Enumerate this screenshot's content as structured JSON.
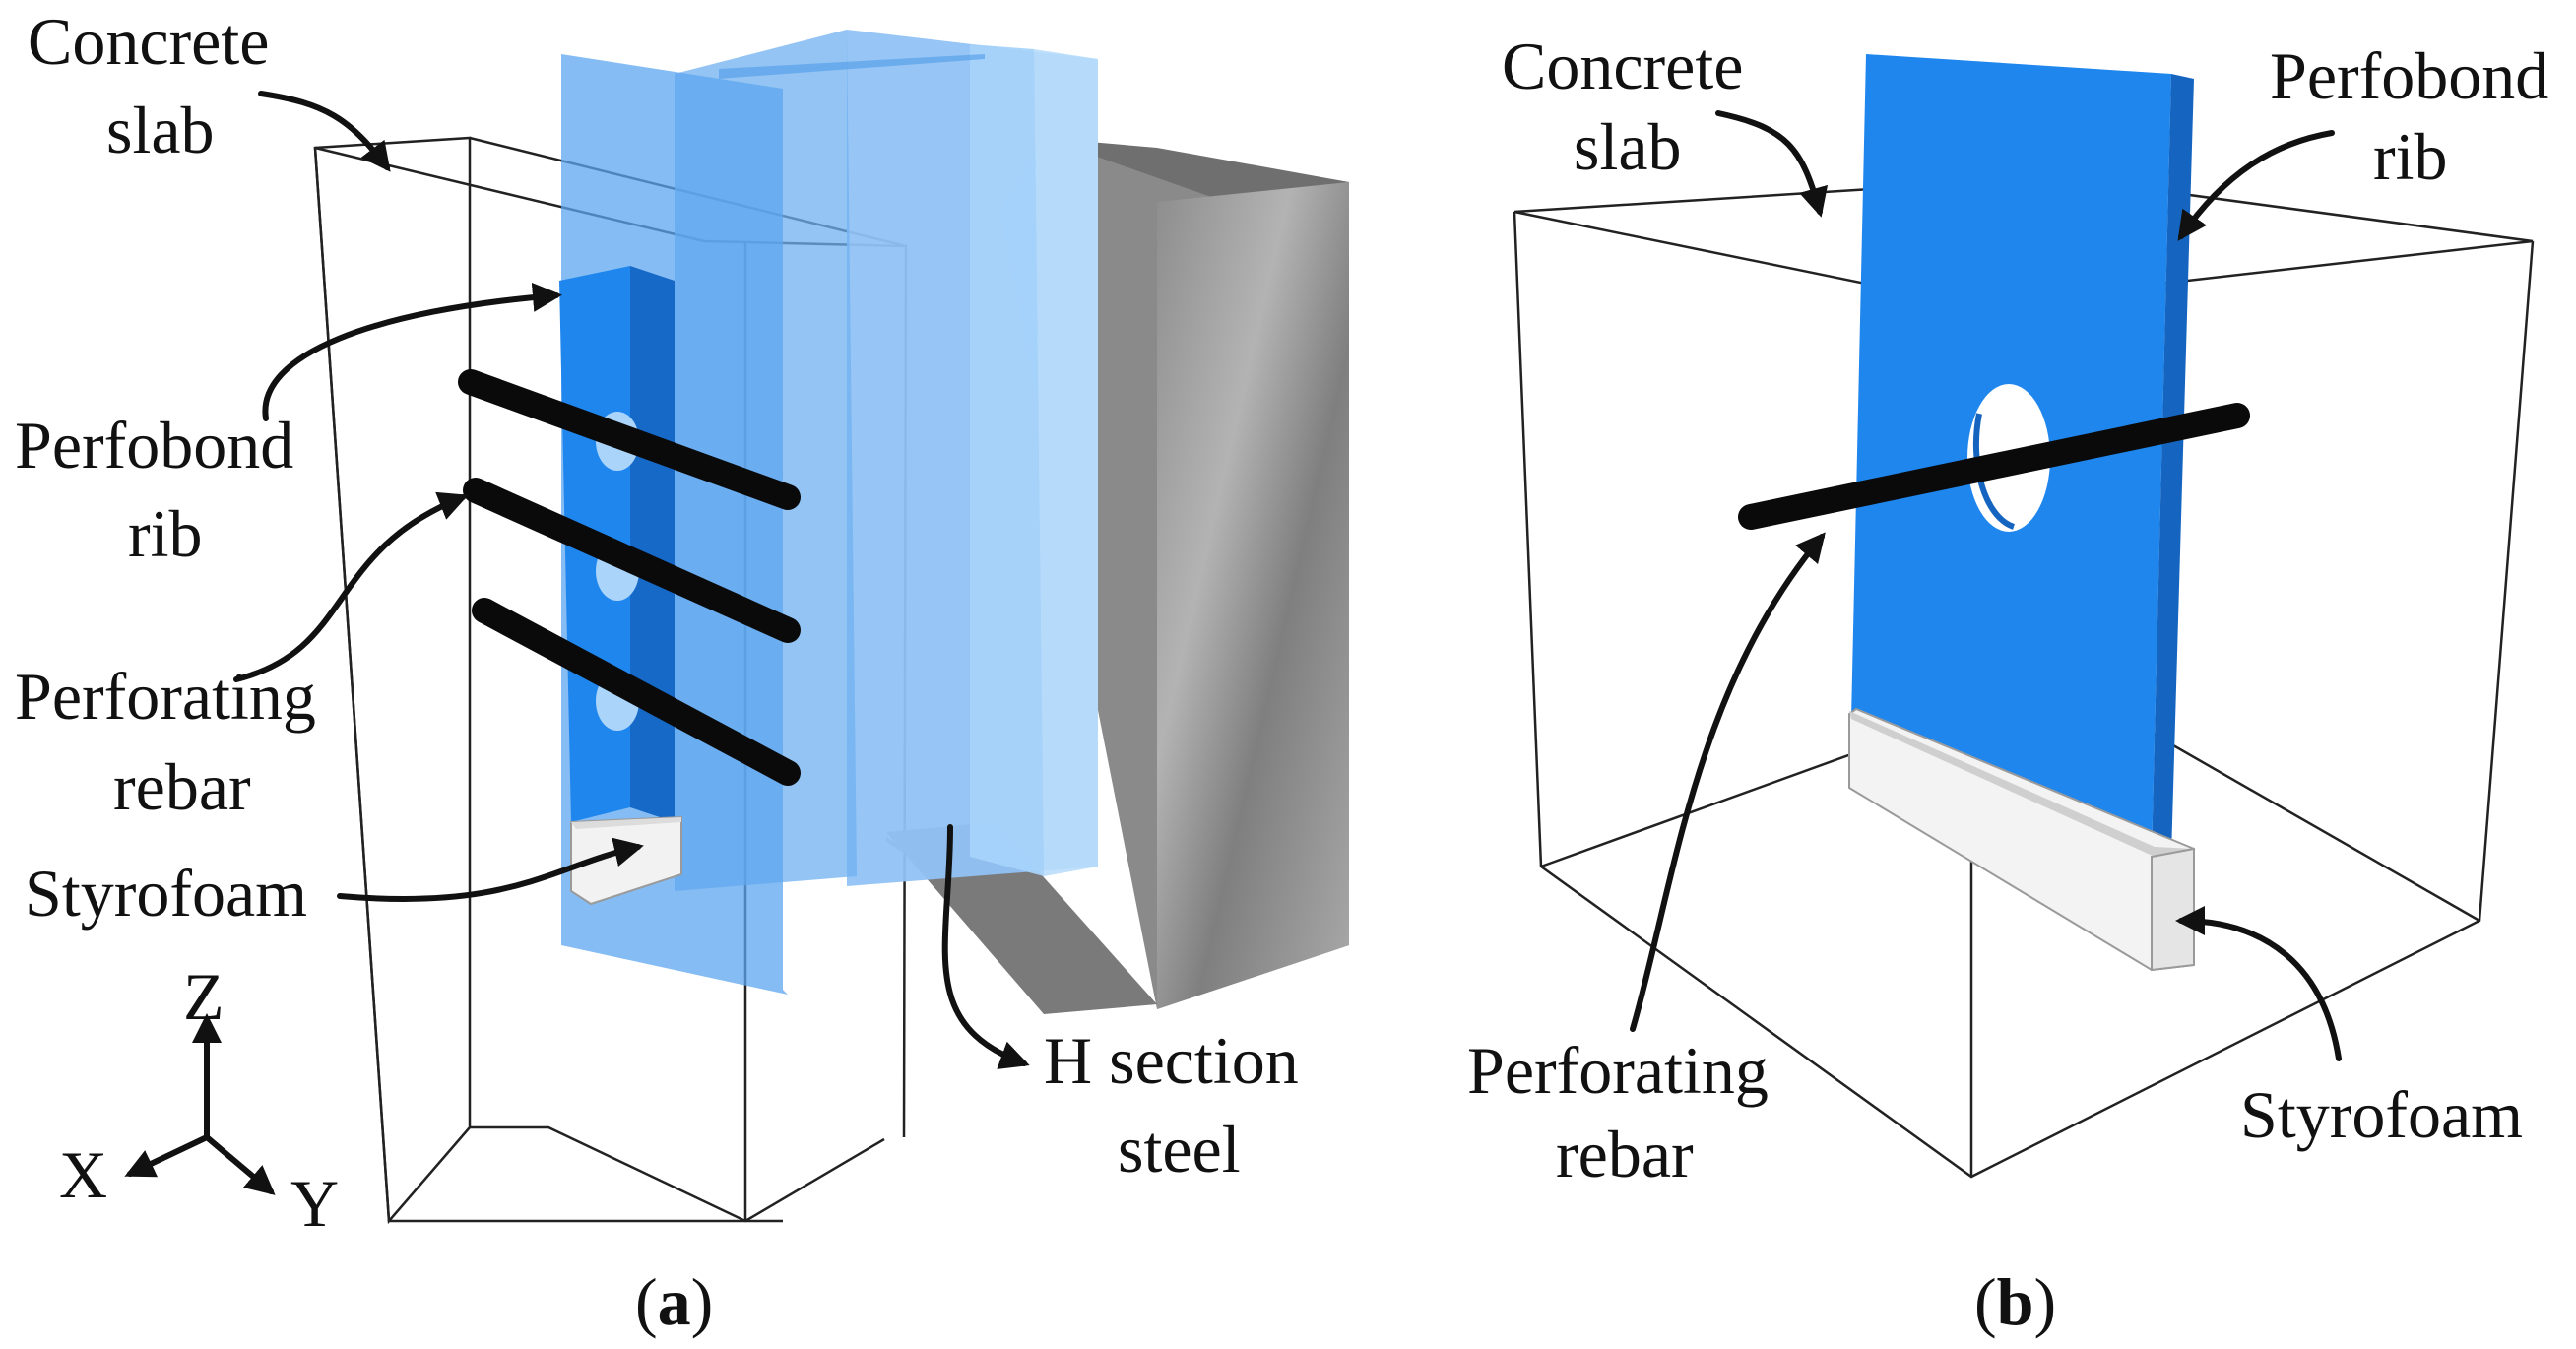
{
  "panel_a": {
    "labels": {
      "concrete_slab": [
        "Concrete",
        "slab"
      ],
      "perfobond_rib": [
        "Perfobond",
        "rib"
      ],
      "perforating_rebar": [
        "Perforating",
        "rebar"
      ],
      "styrofoam": "Styrofoam",
      "h_section_steel": [
        "H section",
        "steel"
      ]
    },
    "axes": {
      "z": "Z",
      "x": "X",
      "y": "Y"
    },
    "caption": {
      "open": "(",
      "letter": "a",
      "close": ")"
    }
  },
  "panel_b": {
    "labels": {
      "concrete_slab": [
        "Concrete",
        "slab"
      ],
      "perfobond_rib": [
        "Perfobond",
        "rib"
      ],
      "perforating_rebar": [
        "Perforating",
        "rebar"
      ],
      "styrofoam": "Styrofoam"
    },
    "caption": {
      "open": "(",
      "letter": "b",
      "close": ")"
    }
  },
  "colors": {
    "rib_blue": "#1e88f0",
    "flange_blue": "#7ab8f2",
    "steel_gray": "#9a9a9a",
    "styrofoam": "#f2f2f2",
    "rebar": "#0a0a0a"
  }
}
